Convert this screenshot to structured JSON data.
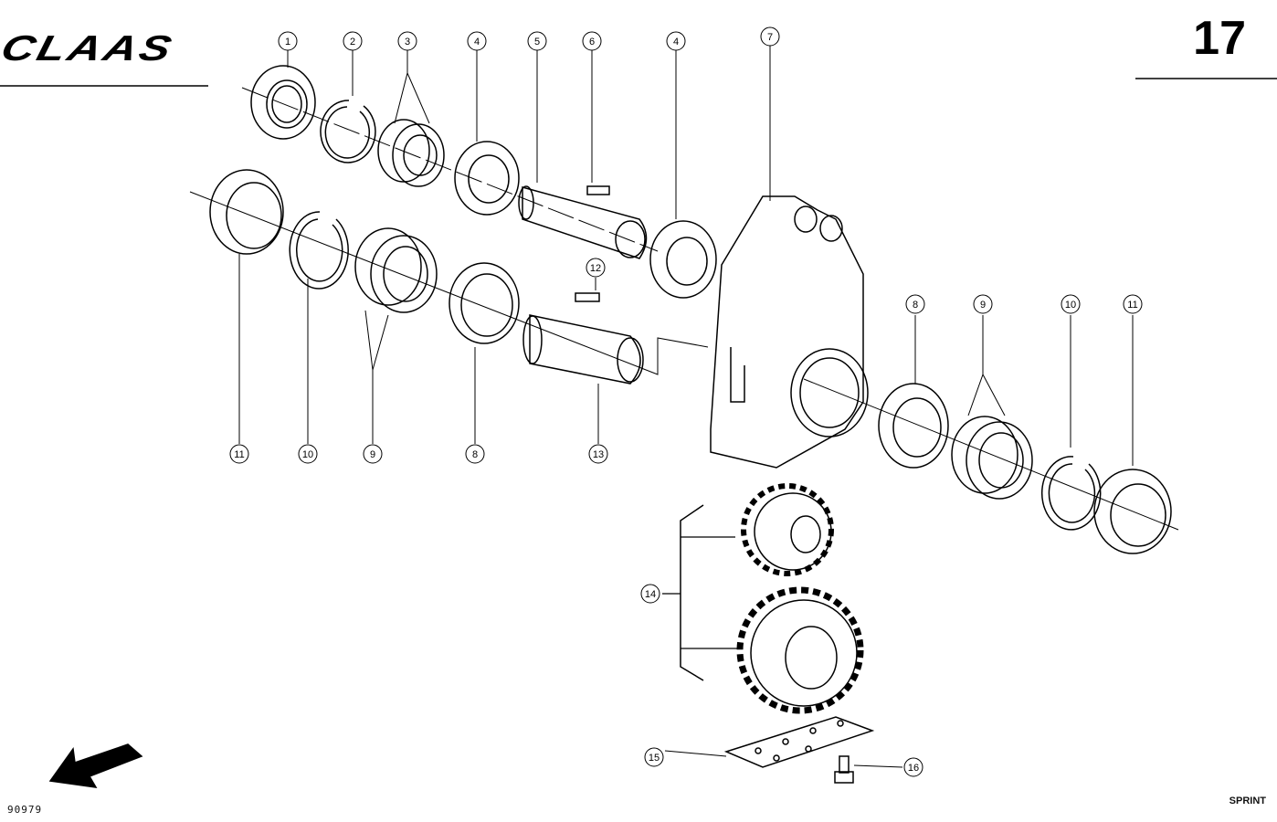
{
  "header": {
    "brand": "CLAAS",
    "page_number": "17"
  },
  "footer": {
    "drawing_number": "90979",
    "model": "SPRINT"
  },
  "callouts": {
    "c1": "1",
    "c2": "2",
    "c3": "3",
    "c4a": "4",
    "c5": "5",
    "c6": "6",
    "c4b": "4",
    "c7": "7",
    "c8r": "8",
    "c9r": "9",
    "c10r": "10",
    "c11r": "11",
    "c12": "12",
    "c11l": "11",
    "c10l": "10",
    "c9l": "9",
    "c8l": "8",
    "c13": "13",
    "c14": "14",
    "c15": "15",
    "c16": "16"
  }
}
